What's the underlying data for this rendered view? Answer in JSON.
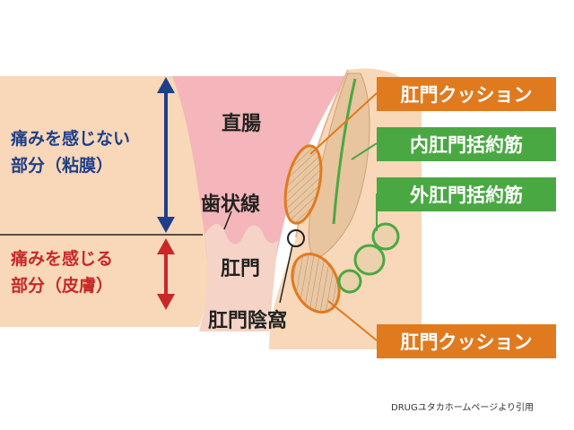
{
  "labels": {
    "rectum": "直腸",
    "dentate_line": "歯状線",
    "anus": "肛門",
    "anal_crypt": "肛門陰窩",
    "no_pain_line1": "痛みを感じない",
    "no_pain_line2": "部分（粘膜）",
    "pain_line1": "痛みを感じる",
    "pain_line2": "部分（皮膚）"
  },
  "callouts": {
    "anal_cushion_top": "肛門クッション",
    "internal_sphincter": "内肛門括約筋",
    "external_sphincter": "外肛門括約筋",
    "anal_cushion_bottom": "肛門クッション"
  },
  "credit": "DRUGユタカホームページより引用",
  "colors": {
    "skin": "#f8d8b8",
    "mucosa": "#f4b6ba",
    "orange": "#e07a1f",
    "green": "#4aa843",
    "blue_arrow": "#1f3f8a",
    "red_arrow": "#c8282a"
  }
}
